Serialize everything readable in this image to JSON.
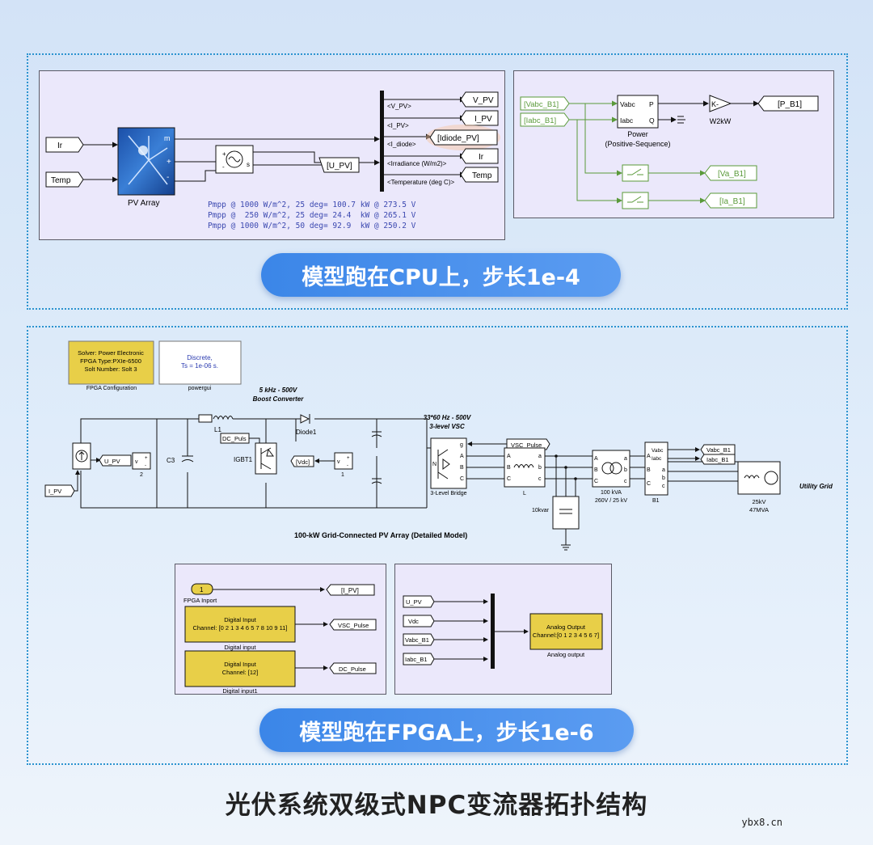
{
  "top_section": {
    "caption": "模型跑在CPU上，步长1e-4",
    "pv_model": {
      "inputs": [
        "Ir",
        "Temp"
      ],
      "pv_block_label": "PV Array",
      "pv_ports": [
        "m",
        "+",
        "-"
      ],
      "bus_signals": [
        "<V_PV>",
        "<I_PV>",
        "<I_diode>",
        "<Irradiance (W/m2)>",
        "<Temperature (deg C)>"
      ],
      "goto_tags": [
        "V_PV",
        "I_PV",
        "[Idiode_PV]",
        "Ir",
        "Temp"
      ],
      "source_input": "[U_PV]",
      "source_ports": [
        "+",
        "-",
        "s"
      ],
      "performance_lines": [
        "Pmpp @ 1000 W/m^2, 25 deg= 100.7 kW @ 273.5 V",
        "Pmpp @  250 W/m^2, 25 deg= 24.4  kW @ 265.1 V",
        "Pmpp @ 1000 W/m^2, 50 deg= 92.9  kW @ 250.2 V"
      ]
    },
    "power_model": {
      "inputs": [
        "[Vabc_B1]",
        "[Iabc_B1]"
      ],
      "power_block_ports_in": [
        "Vabc",
        "Iabc"
      ],
      "power_block_ports_out": [
        "P",
        "Q"
      ],
      "power_block_label": "Power",
      "power_block_sublabel": "(Positive-Sequence)",
      "gain_text": "K-",
      "gain_label": "W2kW",
      "outputs": [
        "[P_B1]",
        "[Va_B1]",
        "[Ia_B1]"
      ]
    }
  },
  "bottom_section": {
    "caption": "模型跑在FPGA上，步长1e-6",
    "fpga_config": {
      "lines": [
        "Solver: Power Electronic",
        "FPGA Type:PXIe-6500",
        "Solt Number: Solt 3"
      ],
      "label": "FPGA Configuration"
    },
    "powergui": {
      "lines": [
        "Discrete,",
        "Ts = 1e-06 s."
      ],
      "label": "powergui"
    },
    "boost_label": [
      "5 kHz - 500V",
      "Boost Converter"
    ],
    "vsc_label": [
      "33*60 Hz - 500V",
      "3-level VSC"
    ],
    "components": {
      "inductor": "L1",
      "capacitor": "C3",
      "igbt": "IGBT1",
      "diode": "Diode1",
      "pulse_tag": "DC_Puls",
      "vdc_tag": "[Vdc]",
      "upv_tag": "U_PV",
      "ipv_tag": "I_PV",
      "meter_numbers": [
        "2",
        "1"
      ],
      "bridge_label": "3-Level Bridge",
      "bridge_ports": [
        "g",
        "A",
        "B",
        "C",
        "N"
      ],
      "vsc_pulse_tag": "VSC_Pulse",
      "choke_label": "L",
      "cap_bank_label": "10kvar",
      "transformer_label": [
        "100 kVA",
        "260V / 25 kV"
      ],
      "bus_label": "B1",
      "bus_out_tags": [
        "Vabc_B1",
        "Iabc_B1"
      ],
      "bus_ports": [
        "Vabc",
        "Iabc",
        "A",
        "B",
        "C",
        "a",
        "b",
        "c"
      ],
      "grid_label": [
        "25kV",
        "47MVA"
      ],
      "utility_label": "Utility Grid"
    },
    "model_title": "100-kW Grid-Connected PV Array (Detailed Model)",
    "io_panel": {
      "inport_label": "FPGA Inport",
      "inport_number": "1",
      "inport_tag": "[I_PV]",
      "di1": {
        "lines": [
          "Digital Input",
          "Channel: [0 2 1 3 4 6 5 7 8 10 9 11]"
        ],
        "label": "Digital input",
        "tag": "VSC_Pulse"
      },
      "di2": {
        "lines": [
          "Digital Input",
          "Channel: [12]"
        ],
        "label": "Digital input1",
        "tag": "DC_Pulse"
      }
    },
    "ao_panel": {
      "inputs": [
        "U_PV",
        "Vdc",
        "Vabc_B1",
        "Iabc_B1"
      ],
      "lines": [
        "Analog Output",
        "Channel:[0 1 2 3 4 5 6 7]"
      ],
      "label": "Analog output"
    }
  },
  "footer": {
    "title": "光伏系统双级式NPC变流器拓扑结构",
    "watermark": "ybx8.cn"
  },
  "colors": {
    "section_border": "#2b93cf",
    "panel_bg": "#ebe8fb",
    "pill": "#3b86e8",
    "block_yellow": "#e8cf48",
    "goto_green": "#5a9a3a",
    "annotation_blue": "#3b48b0"
  }
}
